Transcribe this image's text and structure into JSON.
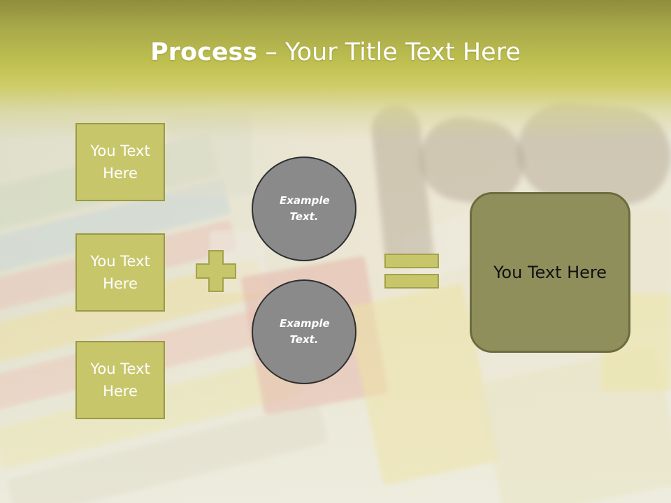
{
  "title": {
    "bold": "Process",
    "rest": " – Your Title Text Here"
  },
  "inputs": [
    {
      "label": "You Text Here"
    },
    {
      "label": "You Text Here"
    },
    {
      "label": "You Text Here"
    }
  ],
  "operands": [
    {
      "label": "Example Text."
    },
    {
      "label": "Example Text."
    }
  ],
  "result": {
    "label": "You Text Here"
  },
  "colors": {
    "header": "#bfc050",
    "box_fill": "#c8c66b",
    "circle_fill": "#8a8a8a",
    "result_fill": "#8f8f5c",
    "operator_fill": "#c8c66b"
  },
  "icons": {
    "plus": "plus-icon",
    "equals": "equals-icon"
  }
}
